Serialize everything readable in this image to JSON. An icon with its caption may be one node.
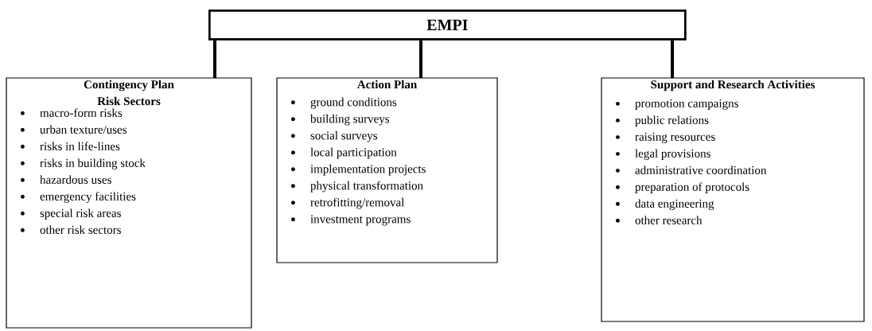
{
  "diagram": {
    "nodes": [
      {
        "text": [
          "EMPI"
        ]
      },
      {
        "text": [
          "Contingency Plan Risk Sectors",
          "macro-form risks",
          "urban texture/uses",
          "risks in life-lines",
          "risks in building stock",
          "hazardous uses",
          "emergency facilities",
          "special risk areas",
          "other risk sectors"
        ]
      },
      {
        "text": [
          "Action Plan",
          "ground conditions",
          "building surveys",
          "social surveys",
          "local participation",
          "implementation projects",
          "physical transformation",
          "retrofitting/removal",
          "investment programs"
        ]
      },
      {
        "text": [
          "Support and Research Activities",
          "promotion campaigns",
          "public relations",
          "raising resources",
          "legal provisions",
          "administrative coordination",
          "preparation of protocols",
          "data engineering",
          "other research"
        ]
      }
    ],
    "edges": [
      {
        "from": 0,
        "to": 1,
        "arrow": "none"
      },
      {
        "from": 0,
        "to": 2,
        "arrow": "none"
      },
      {
        "from": 0,
        "to": 3,
        "arrow": "none"
      }
    ]
  }
}
